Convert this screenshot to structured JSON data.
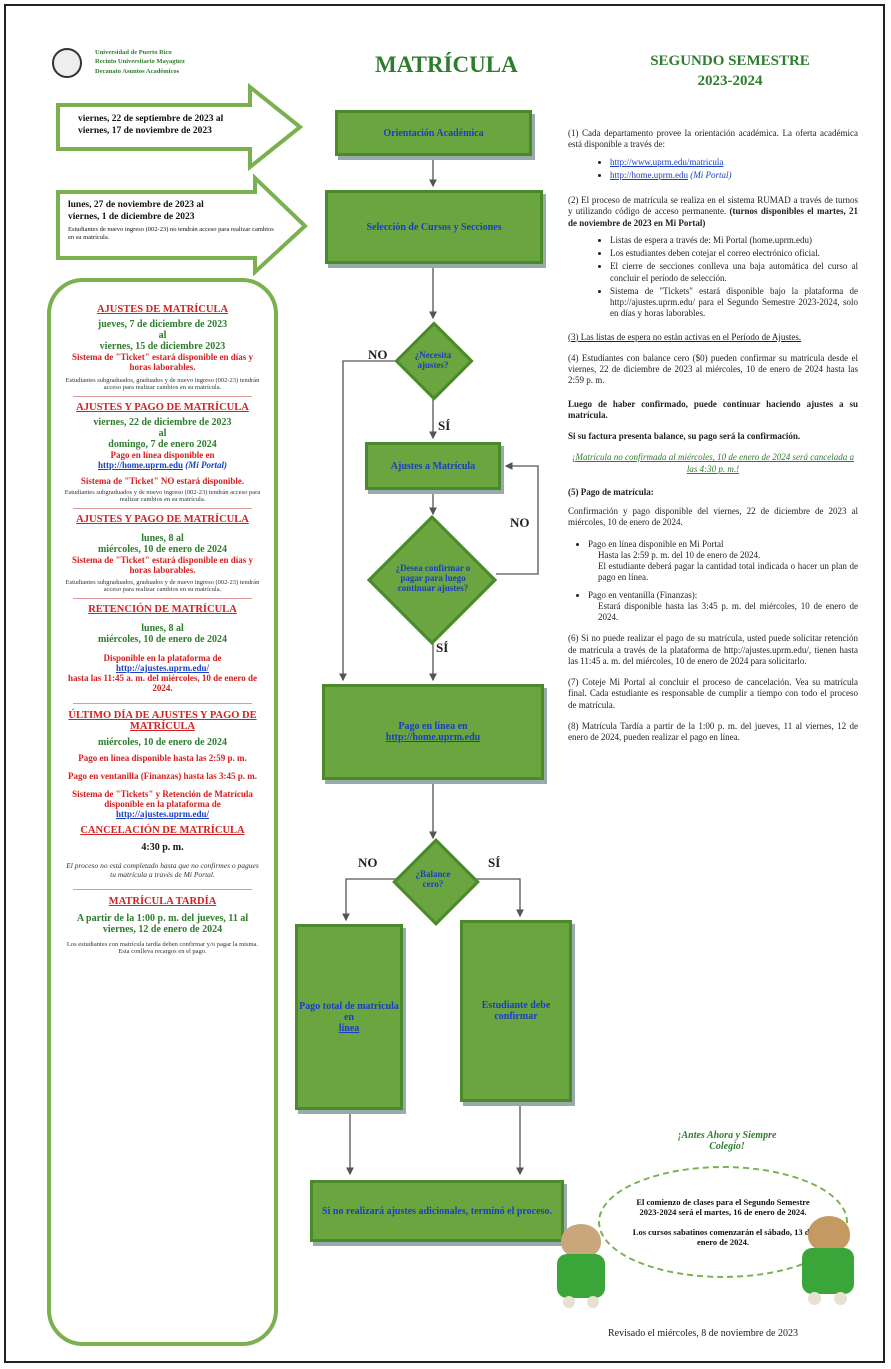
{
  "header": {
    "university_lines": [
      "Universidad de Puerto Rico",
      "Recinto Universitario Mayagüez",
      "Decanato Asuntos Académicos"
    ],
    "title": "MATRÍCULA",
    "semester_title": "SEGUNDO SEMESTRE",
    "semester_year": "2023-2024"
  },
  "arrows": {
    "first": {
      "line1": "viernes, 22 de septiembre de 2023 al",
      "line2": "viernes, 17 de noviembre de 2023"
    },
    "second": {
      "line1": "lunes, 27 de noviembre de 2023 al",
      "line2": "viernes, 1 de diciembre de 2023",
      "note": "Estudiantes de nuevo ingreso (002-23) no tendrán acceso para realizar cambios en su matrícula."
    }
  },
  "flow": {
    "orientacion": "Orientación Académica",
    "seleccion": "Selección de Cursos y Secciones",
    "necesita_ajustes": "¿Necesita ajustes?",
    "no": "NO",
    "si": "SÍ",
    "ajustes": "Ajustes a Matrícula",
    "desea_confirmar": "¿Desea confirmar o pagar para luego continuar ajustes?",
    "pago_linea": "Pago en línea en",
    "pago_link": "http://home.uprm.edu",
    "balance_cero": "¿Balance cero?",
    "pago_total": "Pago total de matrícula en",
    "pago_total_link": "línea",
    "estudiante_confirmar": "Estudiante debe confirmar",
    "final": "Si no realizará ajustes adicionales, terminó el proceso."
  },
  "sidebar": {
    "s1": {
      "title": "AJUSTES DE MATRÍCULA",
      "d1": "jueves, 7 de diciembre de 2023",
      "al": "al",
      "d2": "viernes, 15 de diciembre 2023",
      "red": "Sistema de \"Ticket\" estará disponible en días y horas laborables.",
      "note": "Estudiantes subgraduados, graduados y de nuevo ingreso (002-23) tendrán acceso para realizar cambios en su matrícula."
    },
    "s2": {
      "title": "AJUSTES Y PAGO DE MATRÍCULA",
      "d1": "viernes, 22 de diciembre de 2023",
      "al": "al",
      "d2": "domingo, 7 de enero 2024",
      "red1": "Pago en línea disponible en",
      "link": "http://home.uprm.edu",
      "portal": "(Mi Portal)",
      "red2": "Sistema de \"Ticket\" NO estará disponible.",
      "note": "Estudiantes subgraduados y de nuevo ingreso (002-23) tendrán acceso para realizar cambios en su matrícula."
    },
    "s3": {
      "title": "AJUSTES Y PAGO DE MATRÍCULA",
      "d1": "lunes, 8 al",
      "d2": "miércoles, 10 de enero de 2024",
      "red": "Sistema de \"Ticket\" estará disponible en días y horas laborables.",
      "note": "Estudiantes subgraduados, graduados y de nuevo ingreso (002-23) tendrán acceso para realizar cambios en su matrícula."
    },
    "s4": {
      "title": "RETENCIÓN DE MATRÍCULA",
      "d1": "lunes, 8 al",
      "d2": "miércoles, 10 de enero de 2024",
      "red1": "Disponible en la plataforma de",
      "link": "http://ajustes.uprm.edu/",
      "red2": "hasta las 11:45 a. m. del miércoles, 10 de enero de 2024."
    },
    "s5": {
      "title": "ÚLTIMO DÍA DE AJUSTES Y PAGO DE MATRÍCULA",
      "d1": "miércoles, 10 de enero de 2024",
      "red1": "Pago en línea disponible hasta las 2:59 p. m.",
      "red2": "Pago en ventanilla (Finanzas) hasta las 3:45 p. m.",
      "red3": "Sistema de \"Tickets\" y Retención de Matrícula disponible en la plataforma de",
      "link": "http://ajustes.uprm.edu/"
    },
    "s6": {
      "title": "CANCELACIÓN DE MATRÍCULA",
      "time": "4:30 p. m.",
      "note": "El proceso no está completado hasta que no confirmes o pagues tu matrícula a través de Mi Portal."
    },
    "s7": {
      "title": "MATRÍCULA TARDÍA",
      "d1": "A partir de la 1:00 p. m. del jueves, 11 al viernes, 12 de enero de 2024",
      "note": "Los estudiantes con matrícula tardía deben confirmar y/o pagar la misma. Esta conlleva recargos en el pago."
    }
  },
  "right": {
    "p1": "(1) Cada departamento provee la orientación académica. La oferta académica está disponible a través de:",
    "p1_links": [
      "http://www.uprm.edu/matricula",
      "http://home.uprm.edu"
    ],
    "p1_portal": "(Mi Portal)",
    "p2": "(2) El proceso de matrícula se realiza en el sistema RUMAD a través de turnos y utilizando código de acceso permanente.",
    "p2_bold": "(turnos disponibles el martes, 21 de noviembre de 2023 en Mi Portal)",
    "p2_items": [
      "Listas de espera a través de: Mi Portal (home.uprm.edu)",
      "Los estudiantes deben cotejar el correo electrónico oficial.",
      "El cierre de secciones conlleva una baja automática del curso al concluir el período de selección.",
      "Sistema de \"Tickets\" estará disponible bajo la plataforma de http://ajustes.uprm.edu/ para el Segundo Semestre 2023-2024, solo en días y horas laborables."
    ],
    "p3": "(3) Las listas de espera no están activas en el Período de Ajustes.",
    "p4": "(4) Estudiantes con balance cero ($0) pueden confirmar su matrícula desde el viernes, 22 de diciembre de 2023 al miércoles, 10 de enero de 2024 hasta las 2:59 p. m.",
    "p4b": "Luego de haber confirmado, puede continuar haciendo ajustes a su matrícula.",
    "p4c": "Si su factura presenta balance, su pago será la confirmación.",
    "p4d": "¡Matrícula no confirmada al miércoles, 10 de enero de 2024 será cancelada a las 4:30 p. m.!",
    "p5": "(5) Pago de matrícula:",
    "p5b": "Confirmación y pago disponible del viernes, 22 de diciembre de 2023 al miércoles, 10 de enero de 2024.",
    "p5_items": [
      "Pago en línea disponible en Mi Portal",
      "Pago en ventanilla (Finanzas):"
    ],
    "p5_sub1": [
      "Hasta las 2:59 p. m. del 10 de enero de 2024.",
      "El estudiante deberá pagar la cantidad total indicada o hacer un plan de pago en línea."
    ],
    "p5_sub2": [
      "Estará disponible hasta las 3:45 p. m. del miércoles, 10 de enero de 2024."
    ],
    "p6": "(6) Si no puede realizar el pago de su matrícula, usted puede solicitar retención de matrícula a través de la plataforma de http://ajustes.uprm.edu/, tienen hasta las 11:45 a. m. del miércoles, 10 de enero de 2024 para solicitarlo.",
    "p7": "(7) Coteje Mi Portal al concluir el proceso de cancelación. Vea su matrícula final. Cada estudiante es responsable de cumplir a tiempo con todo el proceso de matrícula.",
    "p8": "(8) Matrícula Tardía a partir de la 1:00 p. m. del jueves, 11 al viernes, 12 de enero de 2024, pueden realizar el pago en línea.",
    "slogan": "¡Antes Ahora y Siempre Colegio!",
    "bubble1": "El comienzo de clases para el Segundo Semestre 2023-2024 será el martes, 16 de enero de 2024.",
    "bubble2": "Los cursos sabatinos comenzarán el sábado, 13 de enero de 2024.",
    "revised": "Revisado el miércoles, 8 de noviembre de 2023"
  }
}
